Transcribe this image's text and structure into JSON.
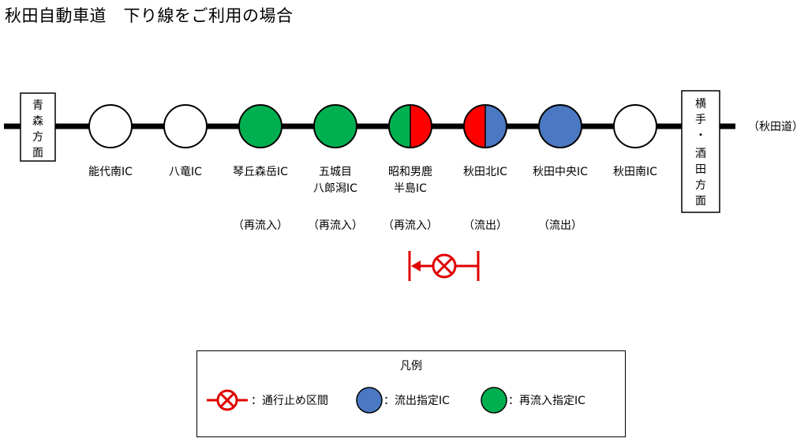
{
  "title": "秋田自動車道　下り線をご利用の場合",
  "colors": {
    "line": "#000000",
    "circle_stroke": "#000000",
    "white": "#ffffff",
    "green": "#00b050",
    "blue": "#4a78c2",
    "red": "#ff0000"
  },
  "endpoints": {
    "left_box": [
      "青",
      "森",
      "方",
      "面"
    ],
    "right_box": [
      "横",
      "手",
      "・",
      "酒",
      "田",
      "方",
      "面"
    ],
    "right_note": "（秋田道）"
  },
  "interchanges": [
    {
      "name_lines": [
        "能代南IC"
      ],
      "status": "",
      "fill": "white"
    },
    {
      "name_lines": [
        "八竜IC"
      ],
      "status": "",
      "fill": "white"
    },
    {
      "name_lines": [
        "琴丘森岳IC"
      ],
      "status": "（再流入）",
      "fill": "green"
    },
    {
      "name_lines": [
        "五城目",
        "八郎潟IC"
      ],
      "status": "（再流入）",
      "fill": "green"
    },
    {
      "name_lines": [
        "昭和男鹿",
        "半島IC"
      ],
      "status": "（再流入）",
      "fill": "green-red"
    },
    {
      "name_lines": [
        "秋田北IC"
      ],
      "status": "（流出）",
      "fill": "red-blue"
    },
    {
      "name_lines": [
        "秋田中央IC"
      ],
      "status": "（流出）",
      "fill": "blue"
    },
    {
      "name_lines": [
        "秋田南IC"
      ],
      "status": "",
      "fill": "white"
    }
  ],
  "legend": {
    "title": "凡例",
    "closure_label": "：通行止め区間",
    "exit_label": "：流出指定IC",
    "reentry_label": "：再流入指定IC"
  }
}
